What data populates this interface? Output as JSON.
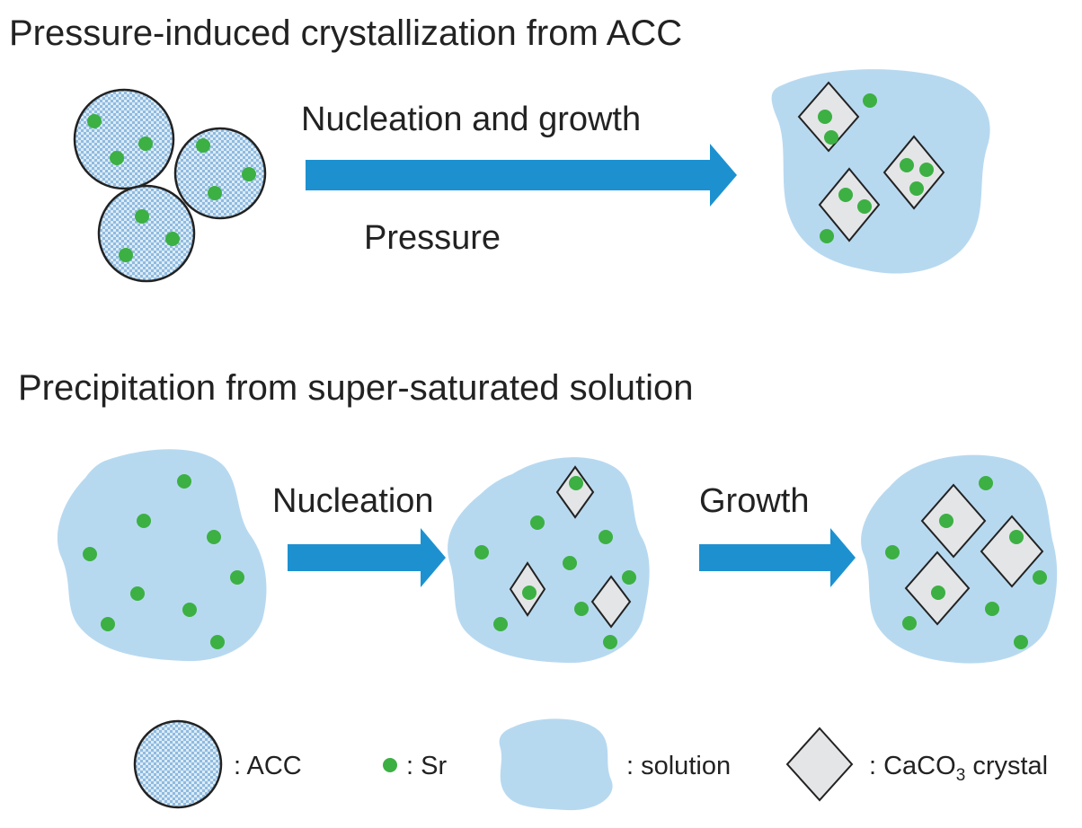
{
  "sections": {
    "top_title": "Pressure-induced crystallization from ACC",
    "bottom_title": "Precipitation from super-saturated solution"
  },
  "arrows": {
    "top_main": "Nucleation and growth",
    "top_sub": "Pressure",
    "bottom_first": "Nucleation",
    "bottom_second": "Growth"
  },
  "legend": {
    "acc": ": ACC",
    "sr": ": Sr",
    "solution": ": solution",
    "crystal_prefix": ": CaCO",
    "crystal_subscript": "3",
    "crystal_suffix": " crystal"
  },
  "colors": {
    "solution_fill": "#b7d9f0",
    "sr_dot": "#3cb043",
    "arrow": "#1d91d0",
    "crystal_fill": "#e4e5e7",
    "acc_pattern": "#8fbbe0"
  }
}
